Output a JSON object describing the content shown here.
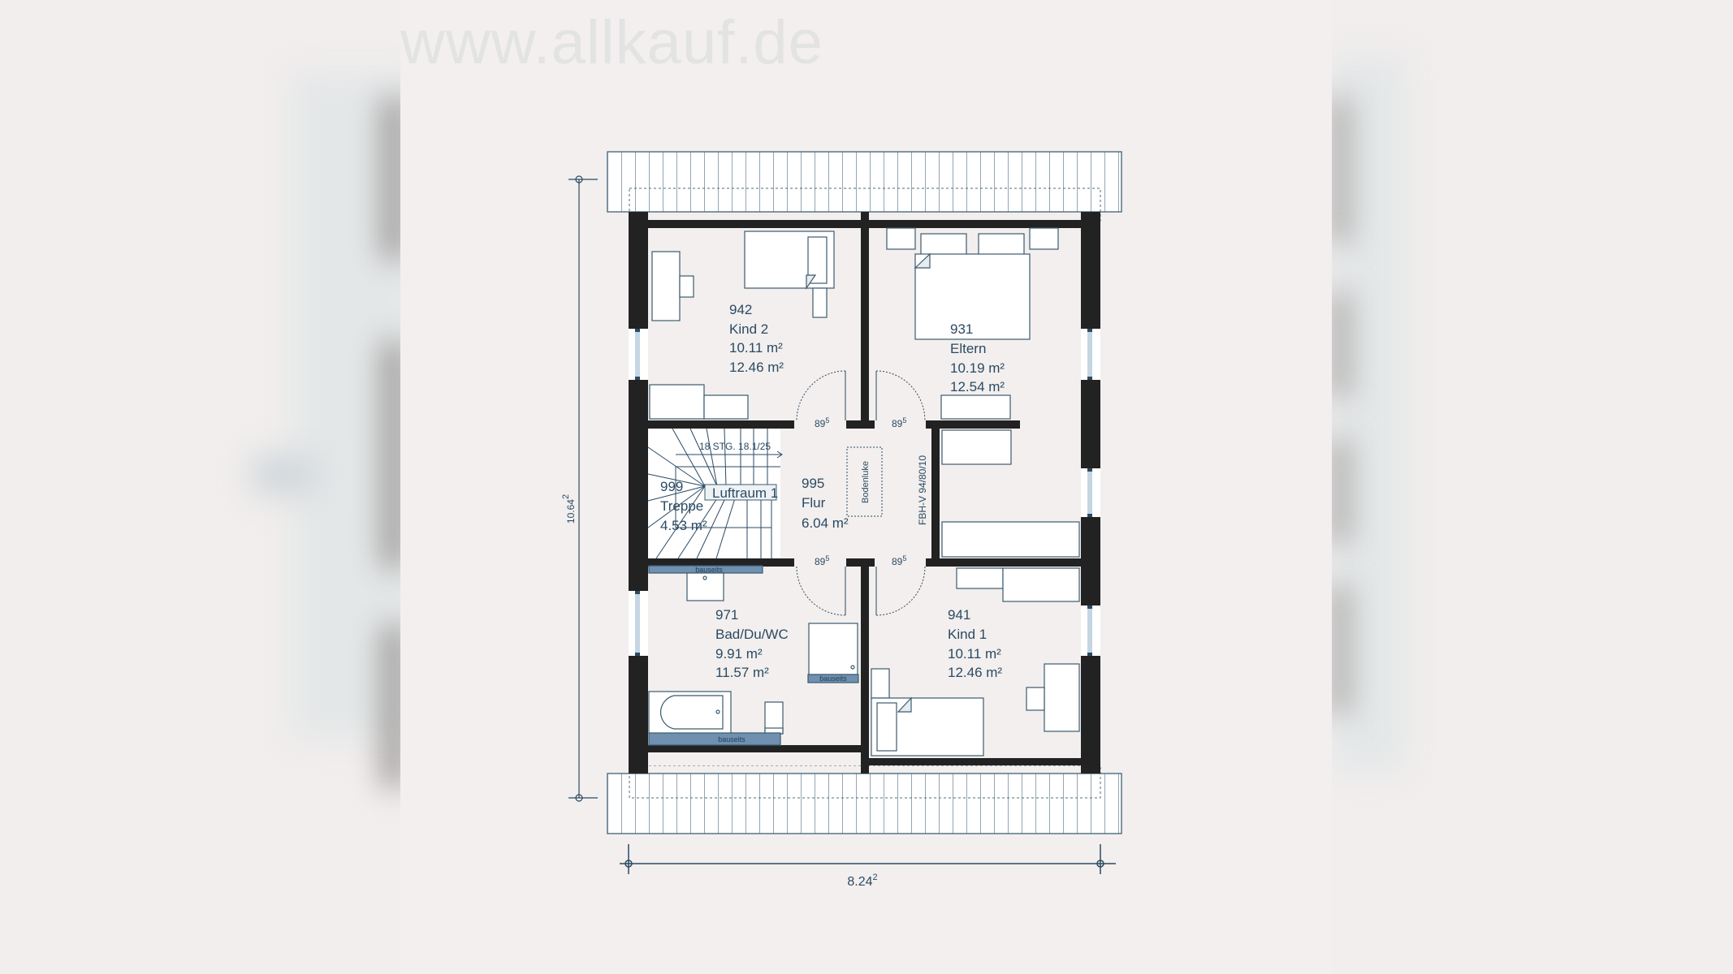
{
  "watermark": "www.allkauf.de",
  "colors": {
    "background": "#f1eeed",
    "wall": "#222222",
    "line": "#3c5a6e",
    "text": "#2b4a63",
    "furniture_fill": "#ffffff",
    "bauseits_bar": "#6f90b0",
    "window_glass": "#c5d6e3"
  },
  "dimensions": {
    "height": "10.64",
    "height_sup": "2",
    "width": "8.24",
    "width_sup": "2"
  },
  "rooms": [
    {
      "number": "942",
      "name": "Kind 2",
      "area_net": "10.11 m²",
      "area_gross": "12.46 m²"
    },
    {
      "number": "931",
      "name": "Eltern",
      "area_net": "10.19 m²",
      "area_gross": "12.54 m²"
    },
    {
      "number": "999",
      "name": "Treppe",
      "area_net": "4.53 m²"
    },
    {
      "number": "995",
      "name": "Flur",
      "area_net": "6.04 m²"
    },
    {
      "number": "971",
      "name": "Bad/Du/WC",
      "area_net": "9.91 m²",
      "area_gross": "11.57 m²"
    },
    {
      "number": "941",
      "name": "Kind 1",
      "area_net": "10.11 m²",
      "area_gross": "12.46 m²"
    }
  ],
  "stairs": {
    "label": "18 STG. 18.1/25",
    "void_label": "Luftraum 1"
  },
  "hatch_label": "Bodenluke",
  "window_label": "FBH-V 94/80/10",
  "doors": [
    {
      "width": "89",
      "sup": "5"
    },
    {
      "width": "89",
      "sup": "5"
    },
    {
      "width": "89",
      "sup": "5"
    },
    {
      "width": "89",
      "sup": "5"
    }
  ],
  "bauseits_labels": [
    "bauseits",
    "bauseits",
    "bauseits"
  ]
}
